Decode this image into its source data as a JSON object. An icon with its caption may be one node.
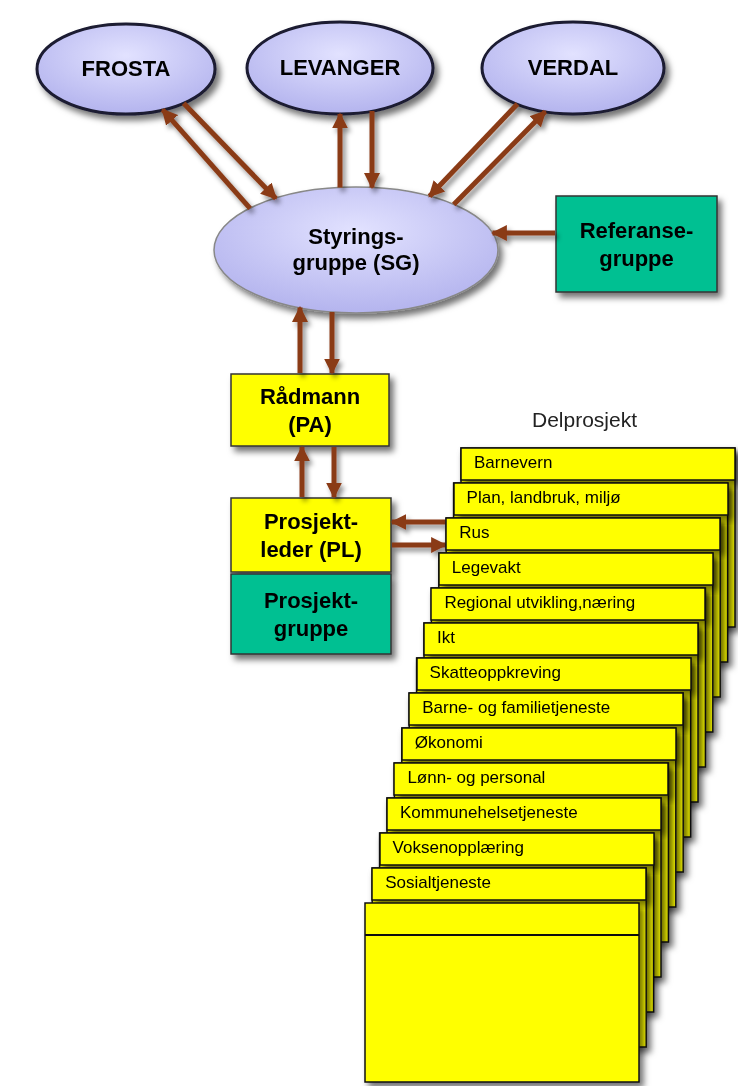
{
  "diagram": {
    "nodes": [
      {
        "text": [
          "FROSTA"
        ]
      },
      {
        "text": [
          "LEVANGER"
        ]
      },
      {
        "text": [
          "VERDAL"
        ]
      },
      {
        "text": [
          "Styrings- gruppe (SG)"
        ]
      },
      {
        "text": [
          "Referanse- gruppe"
        ]
      },
      {
        "text": [
          "Rådmann (PA)"
        ]
      },
      {
        "text": [
          "Prosjekt- leder (PL)"
        ]
      },
      {
        "text": [
          "Prosjekt- gruppe"
        ]
      },
      {
        "text": [
          "Barnevern"
        ]
      },
      {
        "text": [
          "Plan, landbruk, miljø"
        ]
      },
      {
        "text": [
          "Rus"
        ]
      },
      {
        "text": [
          "Legevakt"
        ]
      },
      {
        "text": [
          "Regional utvikling,næring"
        ]
      },
      {
        "text": [
          "Ikt"
        ]
      },
      {
        "text": [
          "Skatteoppkreving"
        ]
      },
      {
        "text": [
          "Barne- og familietjeneste"
        ]
      },
      {
        "text": [
          "Økonomi"
        ]
      },
      {
        "text": [
          "Lønn- og personal"
        ]
      },
      {
        "text": [
          "Kommunehelsetjeneste"
        ]
      },
      {
        "text": [
          "Voksenopplæring"
        ]
      },
      {
        "text": [
          "Sosialtjeneste"
        ]
      },
      {
        "text": [],
        "shape": "box"
      }
    ],
    "edges": [
      {
        "from": 3,
        "to": 0,
        "arrow": "to"
      },
      {
        "from": 0,
        "to": 3,
        "arrow": "to"
      },
      {
        "from": 3,
        "to": 1,
        "arrow": "to"
      },
      {
        "from": 1,
        "to": 3,
        "arrow": "to"
      },
      {
        "from": 2,
        "to": 3,
        "arrow": "to"
      },
      {
        "from": 3,
        "to": 2,
        "arrow": "to"
      },
      {
        "from": 4,
        "to": 3,
        "arrow": "to"
      },
      {
        "from": 5,
        "to": 3,
        "arrow": "to"
      },
      {
        "from": 3,
        "to": 5,
        "arrow": "to"
      },
      {
        "from": 6,
        "to": 5,
        "arrow": "to"
      },
      {
        "from": 5,
        "to": 6,
        "arrow": "to"
      },
      {
        "from": 10,
        "to": 6,
        "arrow": "to"
      },
      {
        "from": 6,
        "to": 10,
        "arrow": "to"
      }
    ],
    "labels": [
      "Delprosjekt"
    ]
  }
}
